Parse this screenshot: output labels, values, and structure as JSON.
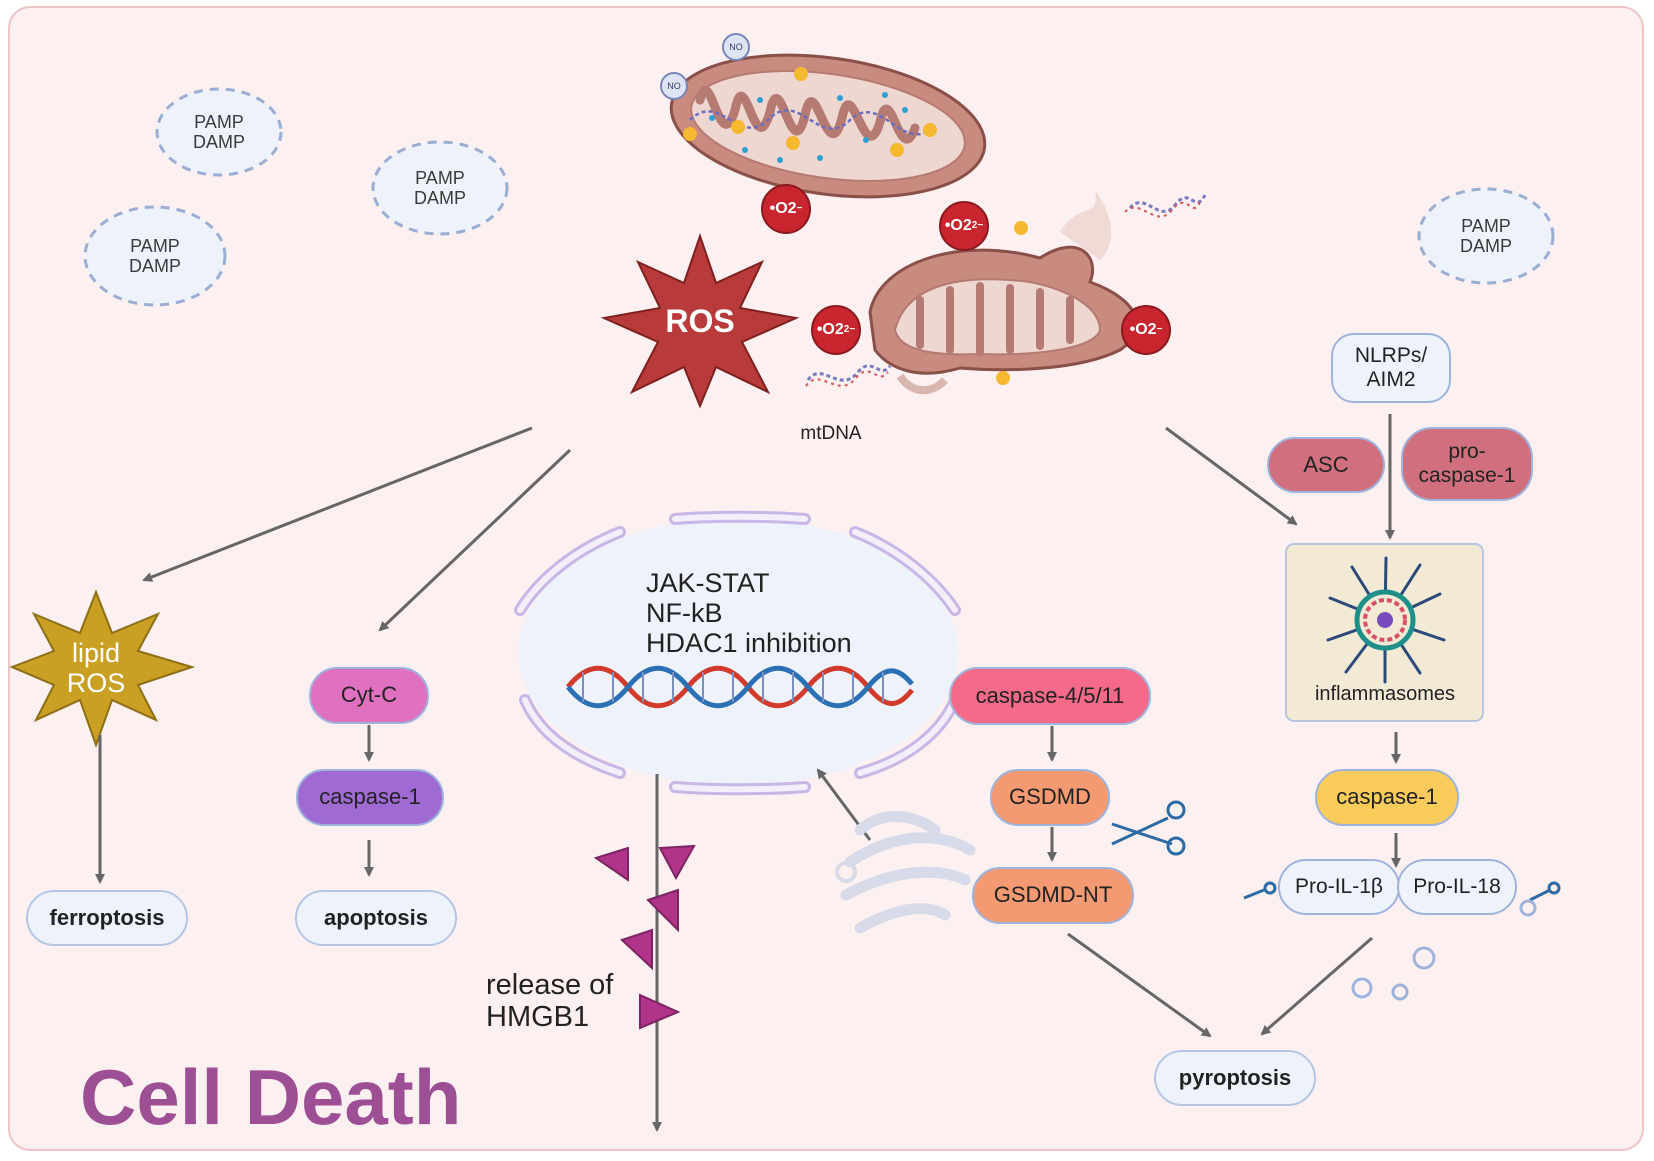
{
  "pamp_damp": [
    "PAMP\nDAMP",
    "PAMP\nDAMP",
    "PAMP\nDAMP",
    "PAMP\nDAMP"
  ],
  "no_label": "NO",
  "superoxide_1": "O2",
  "superoxide_2": "O2",
  "ros": "ROS",
  "mtdna": "mtDNA",
  "lipid_ros": "lipid\nROS",
  "ferroptosis": "ferroptosis",
  "cyt_c": "Cyt-C",
  "caspase_1_apoptosis": "caspase-1",
  "apoptosis": "apoptosis",
  "nucleus_text": "JAK-STAT\nNF-kB\nHDAC1 inhibition",
  "release_hmgb1": "release of\nHMGB1",
  "caspase_4_5_11": "caspase-4/5/11",
  "gsdmd": "GSDMD",
  "gsdmd_nt": "GSDMD-NT",
  "nlrps_aim2": "NLRPs/\nAIM2",
  "asc": "ASC",
  "pro_caspase_1": "pro-\ncaspase-1",
  "inflammasomes": "inflammasomes",
  "caspase_1_pyroptosis": "caspase-1",
  "pro_il_1b": "Pro-IL-1β",
  "pro_il_18": "Pro-IL-18",
  "pyroptosis": "pyroptosis",
  "title": "Cell Death",
  "colors": {
    "background": "#fdf0f0",
    "title": "#9c4f95",
    "ros_star": "#b83a3a",
    "lipid_star": "#c9a024",
    "cyt_c": "#e070c0",
    "caspase_1_apoptosis": "#9f6bd3",
    "caspase_4_5_11": "#f56a88",
    "gsdmd": "#f39a72",
    "asc": "#d0707f",
    "caspase_1_pyroptosis": "#f8cb5a",
    "hmgb1": "#b0358a",
    "arrow": "#666666"
  }
}
